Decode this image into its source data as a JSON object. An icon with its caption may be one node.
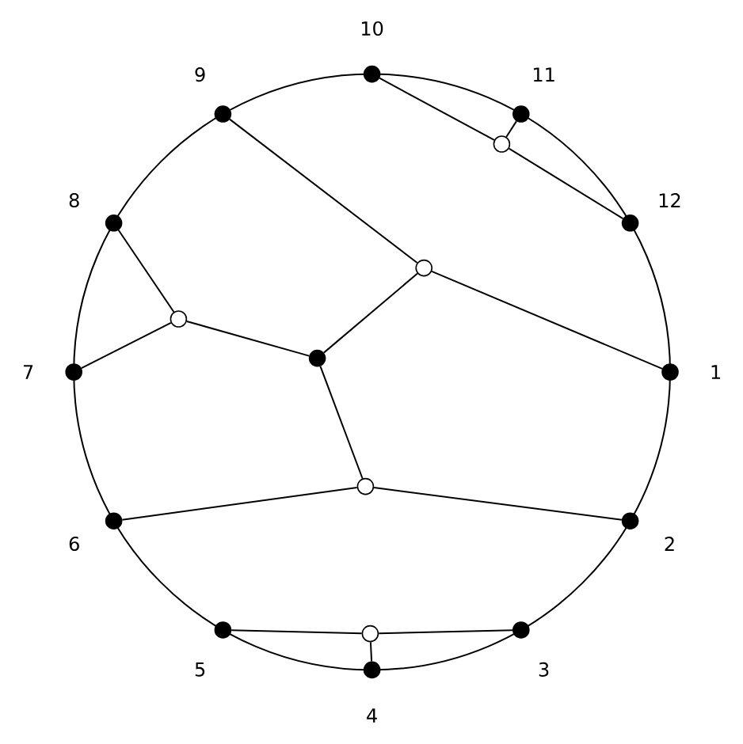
{
  "diagram": {
    "nodes": [
      {
        "text": [],
        "shape": "dot",
        "beside": [
          "1"
        ]
      },
      {
        "text": [],
        "shape": "dot",
        "beside": [
          "2"
        ]
      },
      {
        "text": [],
        "shape": "dot",
        "beside": [
          "3"
        ]
      },
      {
        "text": [],
        "shape": "dot",
        "beside": [
          "4"
        ]
      },
      {
        "text": [],
        "shape": "dot",
        "beside": [
          "5"
        ]
      },
      {
        "text": [],
        "shape": "dot",
        "beside": [
          "6"
        ]
      },
      {
        "text": [],
        "shape": "dot",
        "beside": [
          "7"
        ]
      },
      {
        "text": [],
        "shape": "dot",
        "beside": [
          "8"
        ]
      },
      {
        "text": [],
        "shape": "dot",
        "beside": [
          "9"
        ]
      },
      {
        "text": [],
        "shape": "dot",
        "beside": [
          "10"
        ]
      },
      {
        "text": [],
        "shape": "dot",
        "beside": [
          "11"
        ]
      },
      {
        "text": [],
        "shape": "dot",
        "beside": [
          "12"
        ]
      },
      {
        "text": [],
        "shape": "circle"
      },
      {
        "text": [],
        "shape": "circle"
      },
      {
        "text": [],
        "shape": "circle"
      },
      {
        "text": [],
        "shape": "dot"
      },
      {
        "text": [],
        "shape": "circle"
      },
      {
        "text": [],
        "shape": "circle"
      }
    ],
    "edges": [
      {
        "from": 12,
        "to": 9,
        "arrow": "none"
      },
      {
        "from": 12,
        "to": 10,
        "arrow": "none"
      },
      {
        "from": 12,
        "to": 11,
        "arrow": "none"
      },
      {
        "from": 13,
        "to": 8,
        "arrow": "none"
      },
      {
        "from": 13,
        "to": 0,
        "arrow": "none"
      },
      {
        "from": 13,
        "to": 15,
        "arrow": "none"
      },
      {
        "from": 14,
        "to": 7,
        "arrow": "none"
      },
      {
        "from": 14,
        "to": 6,
        "arrow": "none"
      },
      {
        "from": 14,
        "to": 15,
        "arrow": "none"
      },
      {
        "from": 16,
        "to": 15,
        "arrow": "none"
      },
      {
        "from": 16,
        "to": 5,
        "arrow": "none"
      },
      {
        "from": 16,
        "to": 1,
        "arrow": "none"
      },
      {
        "from": 17,
        "to": 4,
        "arrow": "none"
      },
      {
        "from": 17,
        "to": 3,
        "arrow": "none"
      },
      {
        "from": 17,
        "to": 2,
        "arrow": "none"
      }
    ]
  }
}
